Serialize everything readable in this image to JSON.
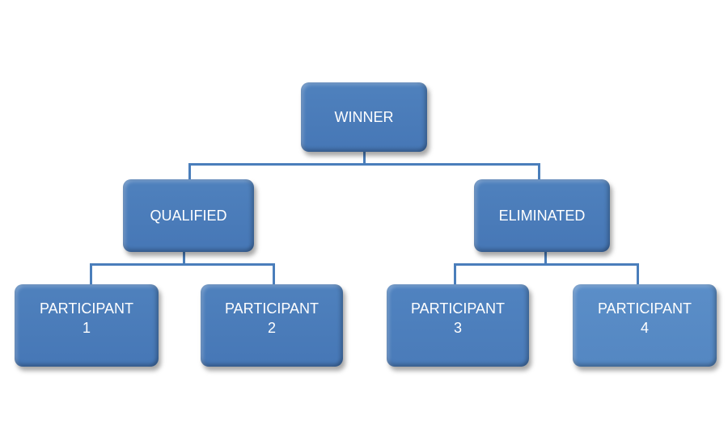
{
  "diagram": {
    "type": "hierarchy",
    "colors": {
      "node_fill": "#4f81bd",
      "connector": "#4a7ebb",
      "text": "#ffffff"
    },
    "root": {
      "label": "WINNER",
      "children": [
        {
          "label": "QUALIFIED",
          "children": [
            {
              "label": "PARTICIPANT\n1"
            },
            {
              "label": "PARTICIPANT\n2"
            }
          ]
        },
        {
          "label": "ELIMINATED",
          "children": [
            {
              "label": "PARTICIPANT\n3"
            },
            {
              "label": "PARTICIPANT\n4"
            }
          ]
        }
      ]
    }
  }
}
